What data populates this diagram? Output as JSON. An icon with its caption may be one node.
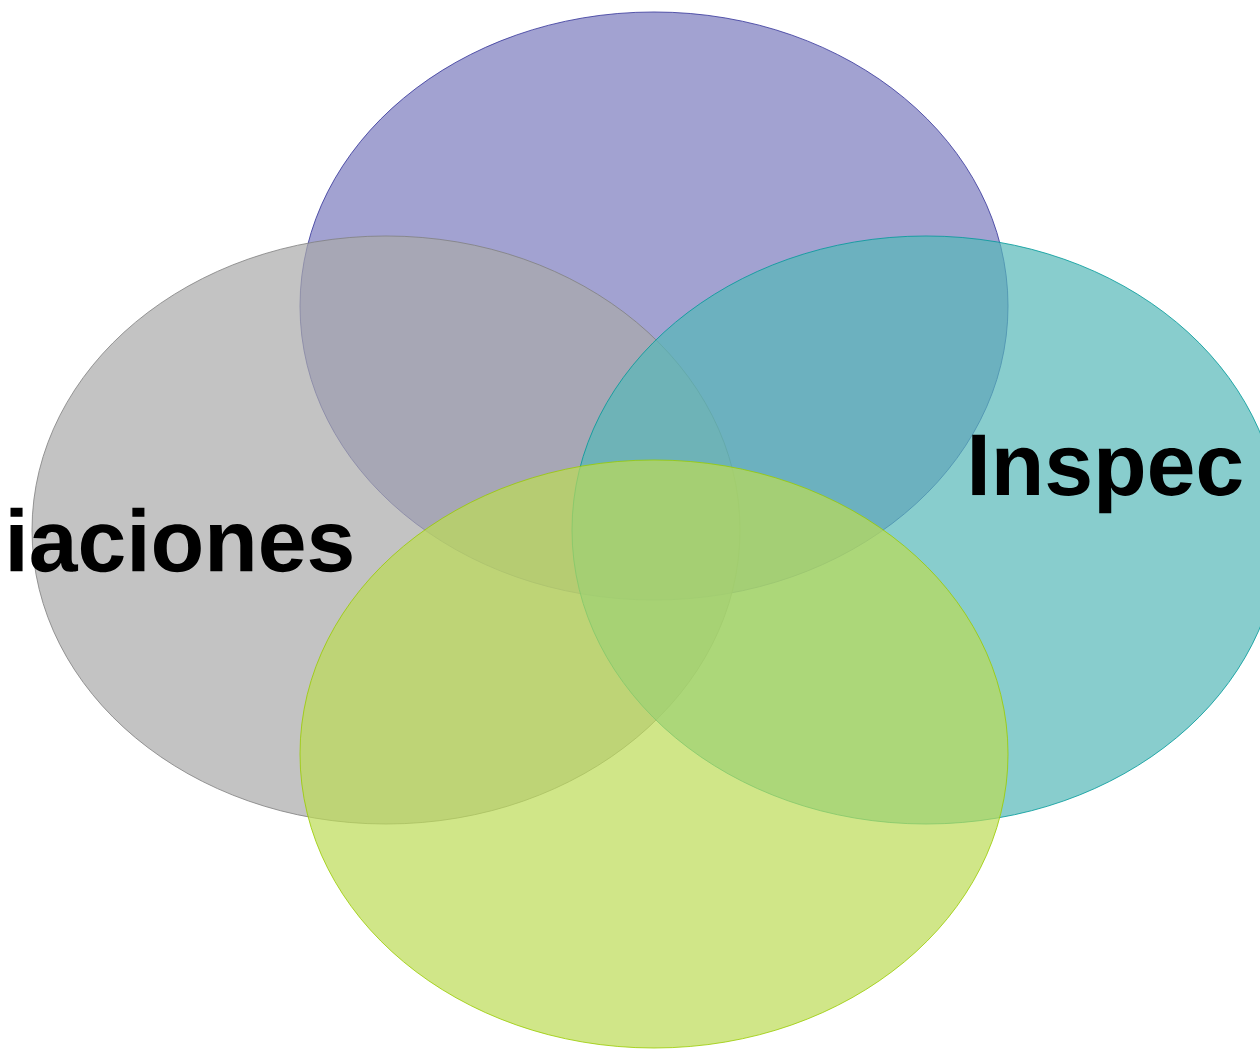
{
  "diagram": {
    "nodes": [
      {
        "text": [],
        "shape": "ellipse"
      },
      {
        "text": [
          "iaciones"
        ]
      },
      {
        "text": [
          "Inspec"
        ]
      },
      {
        "text": [],
        "shape": "ellipse"
      }
    ]
  }
}
